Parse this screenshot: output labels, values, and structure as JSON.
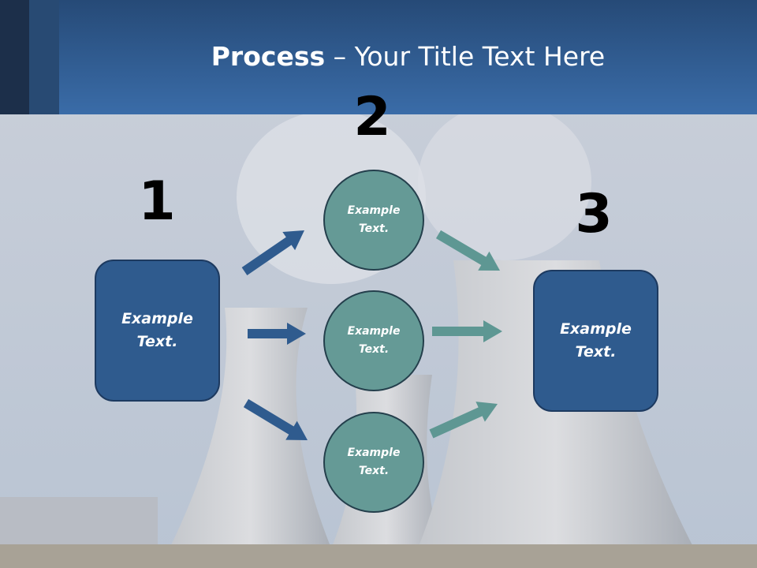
{
  "title": {
    "bold": "Process",
    "rest": " – Your Title Text Here"
  },
  "steps": [
    {
      "number": "1",
      "text": "Example Text."
    },
    {
      "number": "2",
      "items": [
        "Example Text.",
        "Example Text.",
        "Example Text."
      ]
    },
    {
      "number": "3",
      "text": "Example Text."
    }
  ],
  "colors": {
    "header": "#3a6ca8",
    "box": "#2f5b8e",
    "circle": "#659a96",
    "arrow_blue": "#2f5b8e",
    "arrow_teal": "#5e9793"
  }
}
